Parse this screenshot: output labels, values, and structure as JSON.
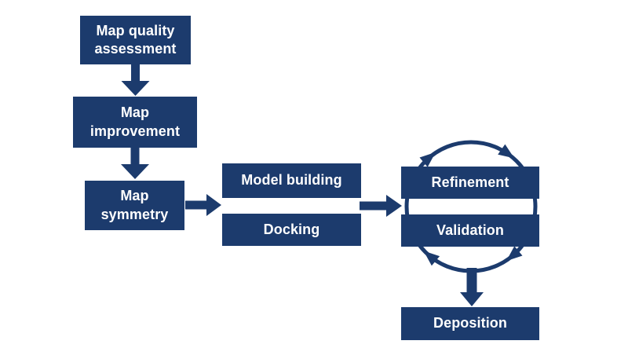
{
  "diagram": {
    "type": "flowchart",
    "background_color": "#ffffff",
    "node_fill_color": "#1c3b6d",
    "node_text_color": "#ffffff",
    "arrow_color": "#1c3b6d",
    "nodes": [
      {
        "id": "map-quality-assessment",
        "label": "Map quality\nassessment"
      },
      {
        "id": "map-improvement",
        "label": "Map\nimprovement"
      },
      {
        "id": "map-symmetry",
        "label": "Map\nsymmetry"
      },
      {
        "id": "model-building",
        "label": "Model building"
      },
      {
        "id": "docking",
        "label": "Docking"
      },
      {
        "id": "refinement",
        "label": "Refinement"
      },
      {
        "id": "validation",
        "label": "Validation"
      },
      {
        "id": "deposition",
        "label": "Deposition"
      }
    ],
    "edges": [
      {
        "from": "map-quality-assessment",
        "to": "map-improvement",
        "style": "block-arrow-down"
      },
      {
        "from": "map-improvement",
        "to": "map-symmetry",
        "style": "block-arrow-down"
      },
      {
        "from": "map-symmetry",
        "to": "model-building|docking",
        "style": "block-arrow-right"
      },
      {
        "from": "model-building|docking",
        "to": "refinement|validation",
        "style": "block-arrow-right"
      },
      {
        "from": "refinement",
        "to": "validation",
        "style": "clockwise-cycle-circle"
      },
      {
        "from": "refinement|validation-cycle",
        "to": "deposition",
        "style": "block-arrow-down"
      }
    ]
  }
}
